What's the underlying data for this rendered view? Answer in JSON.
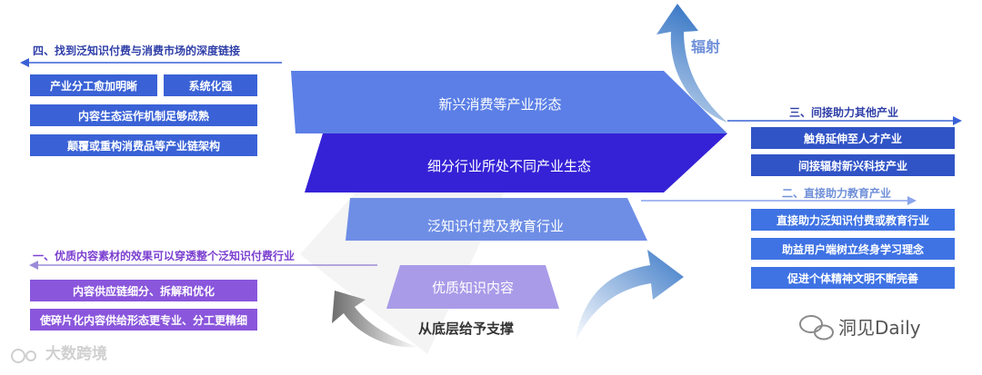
{
  "top_right_word": "辐射",
  "funnel_layers": [
    {
      "label": "新兴消费等产业形态",
      "color": "#5b7fe6"
    },
    {
      "label": "细分行业所处不同产业生态",
      "color": "#3522d6"
    },
    {
      "label": "泛知识付费及教育行业",
      "color": "#6e8ee6"
    },
    {
      "label": "优质知识内容",
      "color": "#a99be8"
    }
  ],
  "bottom_caption": "从底层给予支撑",
  "section_four": {
    "title": "四、找到泛知识付费与消费市场的深度链接",
    "items": [
      "产业分工愈加明晰",
      "系统化强",
      "内容生态运作机制足够成熟",
      "颠覆或重构消费品等产业链架构"
    ]
  },
  "section_three": {
    "title": "三、间接助力其他产业",
    "items": [
      "触角延伸至人才产业",
      "间接辐射新兴科技产业"
    ]
  },
  "section_two": {
    "title": "二、直接助力教育产业",
    "items": [
      "直接助力泛知识付费或教育行业",
      "助益用户端树立终身学习理念",
      "促进个体精神文明不断完善"
    ]
  },
  "section_one": {
    "title": "一、优质内容素材的效果可以穿透整个泛知识付费行业",
    "items": [
      "内容供应链细分、拆解和优化",
      "使碎片化内容供给形态更专业、分工更精细"
    ]
  },
  "watermark_left": "大数跨境",
  "watermark_right": "洞见Daily",
  "colors": {
    "accent_blue": "#3a62d6",
    "title_navy": "#2f3fa8",
    "violet": "#7b3fd0",
    "grey_arrow": "#7a7a7a"
  }
}
